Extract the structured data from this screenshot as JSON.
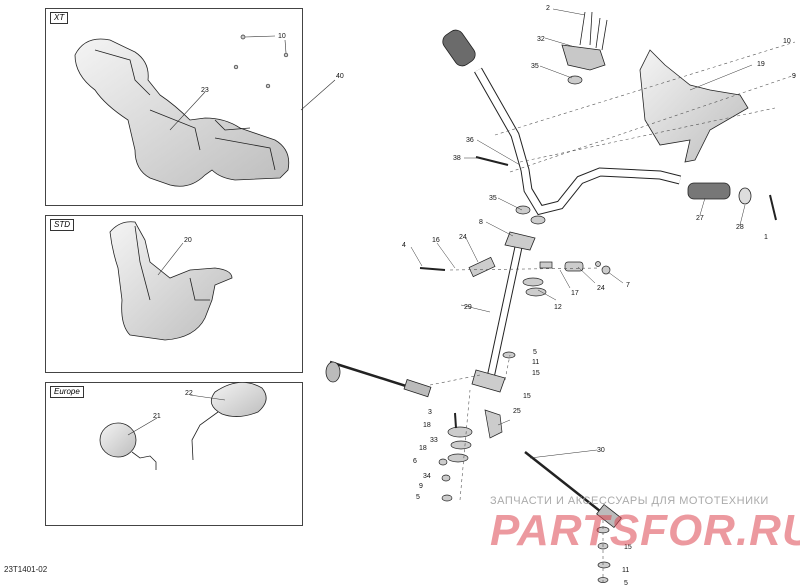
{
  "panels": {
    "xt": {
      "tag": "XT",
      "labels": {
        "p10": "10",
        "p23": "23"
      }
    },
    "std": {
      "tag": "STD",
      "labels": {
        "p20": "20"
      }
    },
    "europe": {
      "tag": "Europe",
      "labels": {
        "p21": "21",
        "p22": "22"
      }
    }
  },
  "callout_40": "40",
  "parts": {
    "n1": "1",
    "n2": "2",
    "n3": "3",
    "n4": "4",
    "n5a": "5",
    "n5b": "5",
    "n5c": "5",
    "n6": "6",
    "n7": "7",
    "n8": "8",
    "n9": "9",
    "n10": "10",
    "n11a": "11",
    "n11b": "11",
    "n12": "12",
    "n15a": "15",
    "n15b": "15",
    "n15c": "15",
    "n16": "16",
    "n17": "17",
    "n18": "18",
    "n19": "19",
    "n24a": "24",
    "n24b": "24",
    "n25": "25",
    "n27": "27",
    "n28": "28",
    "n29": "29",
    "n30": "30",
    "n32": "32",
    "n33": "33",
    "n34": "34",
    "n35a": "35",
    "n35b": "35",
    "n36": "36",
    "n38": "38"
  },
  "footer_code": "23T1401-02",
  "watermark": {
    "text": "ЗАПЧАСТИ И АКСЕССУАРЫ ДЛЯ МОТОТЕХНИКИ",
    "logo": "PARTSFOR.RU"
  }
}
